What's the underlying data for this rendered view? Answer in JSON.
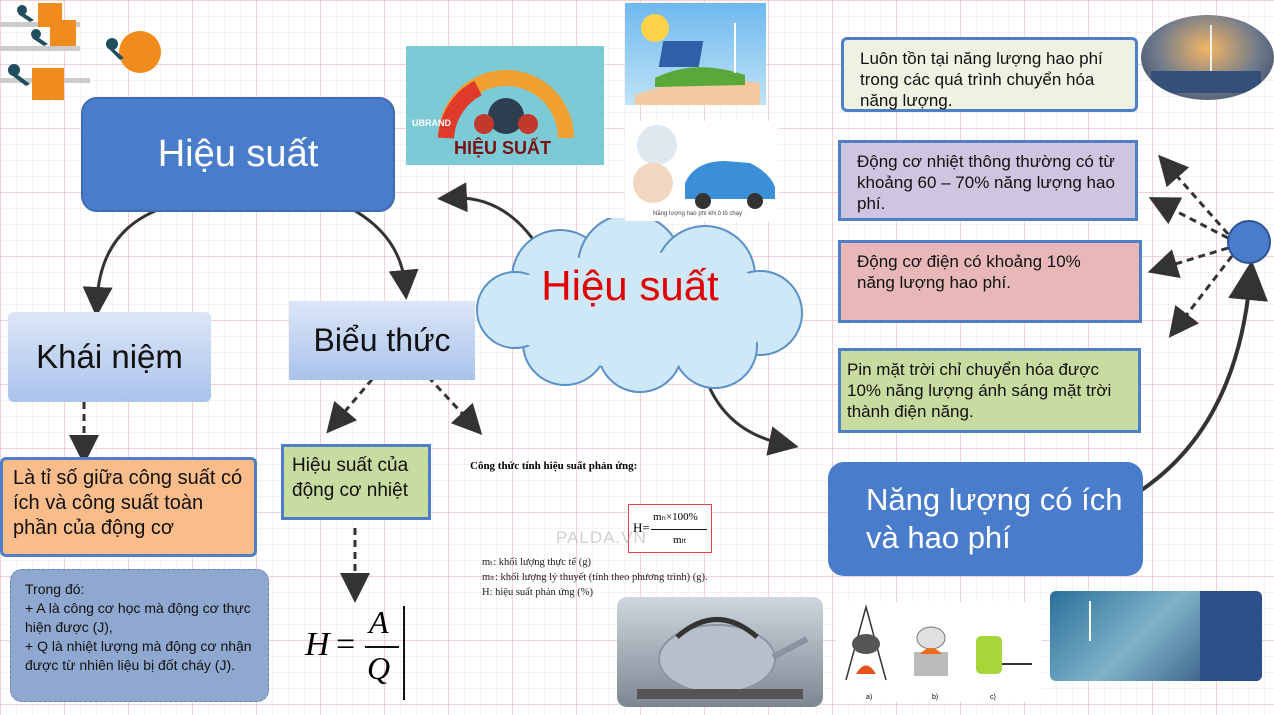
{
  "title": "Hiệu suất",
  "concept": "Khái niệm",
  "expression": "Biểu thức",
  "definition": "Là tỉ số giữa công suất có ích và công suất toàn phần của động cơ",
  "note": {
    "line1": "Trong đó:",
    "line2": "+ A là công cơ học mà động cơ thực hiện được (J),",
    "line3": "+ Q là nhiệt lượng mà động cơ nhận được từ nhiên liệu bị đốt cháy (J)."
  },
  "heat_engine": "Hiệu suất của động cơ nhiệt",
  "formula_main": {
    "lhs": "H",
    "eq": "=",
    "num": "A",
    "den": "Q"
  },
  "center": "Hiệu suất",
  "energy": "Năng lượng có ích và hao phí",
  "facts": [
    "Luôn tồn tại năng lượng hao phí trong các quá trình chuyển hóa năng lượng.",
    "Động cơ nhiệt thông thường có từ khoảng 60 – 70% năng lượng hao phí.",
    "Động cơ điện có khoảng 10% năng lượng hao phí.",
    "Pin mặt trời chỉ chuyển hóa được 10% năng lượng ánh sáng mặt trời thành điện năng."
  ],
  "reaction": {
    "title": "Công thức tính hiệu suất phản ứng:",
    "h": "H=",
    "num": "mₙ×100%",
    "den": "mₗₜ",
    "line1": "mₜ: khối lượng thực tế (g)",
    "line2": "mₗₜ: khối lượng lý thuyết (tính theo phương trình) (g).",
    "line3": "H: hiệu suất phản ứng (%)",
    "watermark": "PALDA.VN"
  },
  "banner": {
    "brand": "UBRAND",
    "text": "HIỆU SUẤT"
  },
  "car_caption": "Năng lượng hao phí khi ô tô chạy",
  "fig_labels": {
    "a": "a)",
    "b": "b)",
    "c": "c)"
  },
  "colors": {
    "blue_box": "#4a7ccc",
    "red_title": "#e00000",
    "orange": "#f9bc8a",
    "green": "#c8dba0",
    "purple": "#cec5e0",
    "pink": "#e8b8b8"
  }
}
